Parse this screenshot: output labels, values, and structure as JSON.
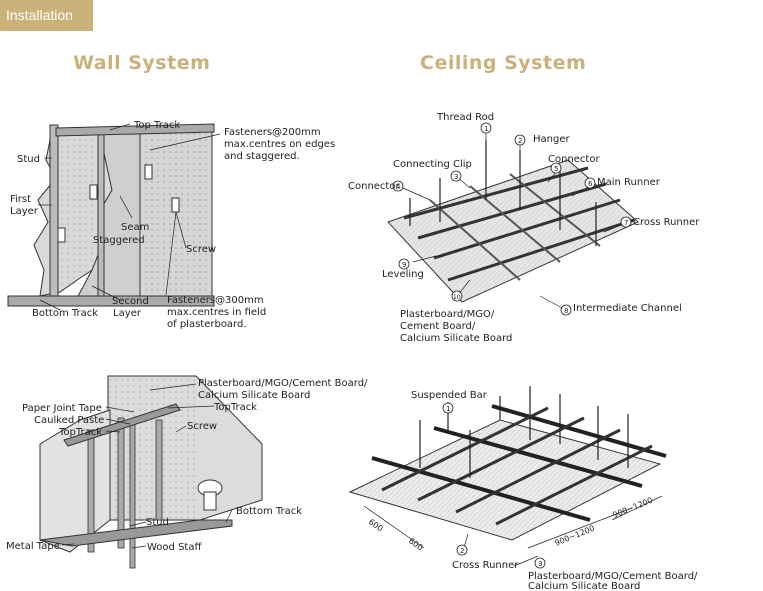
{
  "tab": {
    "label": "Installation"
  },
  "headings": {
    "wall": "Wall System",
    "ceiling": "Ceiling System"
  },
  "wall_top": {
    "stud": "Stud",
    "first_layer_1": "First",
    "first_layer_2": "Layer",
    "top_track": "Top Track",
    "fasteners200_1": "Fasteners@200mm",
    "fasteners200_2": "max.centres on edges",
    "fasteners200_3": "and staggered.",
    "seam_1": "Seam",
    "seam_2": "Staggered",
    "screw": "Screw",
    "bottom_track": "Bottom Track",
    "second_layer_1": "Second",
    "second_layer_2": "Layer",
    "fasteners300_1": "Fasteners@300mm",
    "fasteners300_2": "max.centres in field",
    "fasteners300_3": "of plasterboard."
  },
  "ceiling_top": {
    "thread_rod": "Thread Rod",
    "hanger": "Hanger",
    "connecting_clip": "Connecting Clip",
    "connector_right": "Connector",
    "connector_left": "Connector",
    "main_runner": "Main Runner",
    "cross_runner": "Cross Runner",
    "leveling": "Leveling",
    "intermediate_channel": "Intermediate Channel",
    "board_1": "Plasterboard/MGO/",
    "board_2": "Cement Board/",
    "board_3": "Calcium Silicate Board",
    "n1": "1",
    "n2": "2",
    "n3": "3",
    "n4": "4",
    "n5": "5",
    "n6": "6",
    "n7": "7",
    "n8": "8",
    "n9": "9",
    "n10": "10"
  },
  "wall_bottom": {
    "board_1": "Plasterboard/MGO/Cement Board/",
    "board_2": "Calcium Silicate Board",
    "top_track_right": "TopTrack",
    "paper_joint_tape": "Paper Joint Tape",
    "caulked_paste": "Caulked Paste",
    "top_track_left": "TopTrack",
    "screw": "Screw",
    "bottom_track": "Bottom Track",
    "stud": "Stud",
    "metal_tape": "Metal Tape",
    "wood_staff": "Wood Staff"
  },
  "ceiling_bottom": {
    "suspended_bar": "Suspended Bar",
    "dim_600_a": "600",
    "dim_600_b": "600",
    "dim_900_a": "900~1200",
    "dim_900_b": "900~1200",
    "cross_runner": "Cross Runner",
    "board_1": "Plasterboard/MGO/Cement Board/",
    "board_2": "Calcium Silicate Board",
    "n1": "1",
    "n2": "2",
    "n3": "3"
  }
}
